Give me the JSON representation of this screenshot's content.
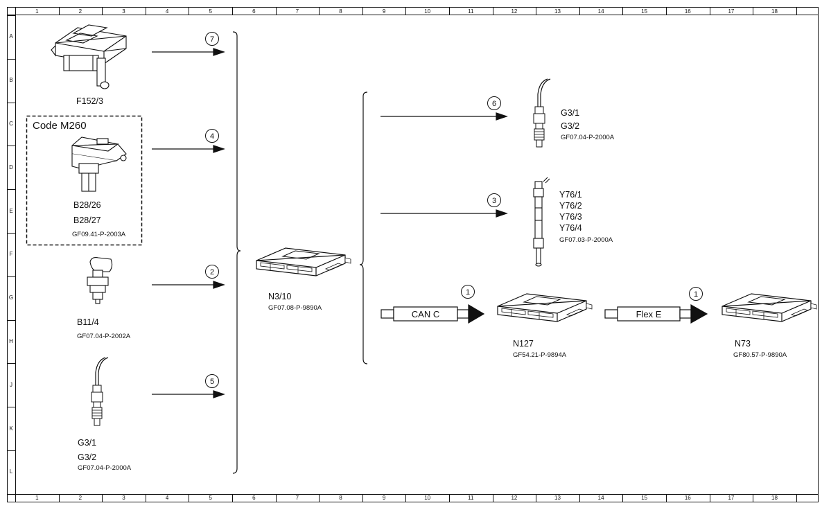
{
  "ruler_top": [
    "1",
    "2",
    "3",
    "4",
    "5",
    "6",
    "7",
    "8",
    "9",
    "10",
    "11",
    "12",
    "13",
    "14",
    "15",
    "16",
    "17",
    "18"
  ],
  "ruler_bottom": [
    "1",
    "2",
    "3",
    "4",
    "5",
    "6",
    "7",
    "8",
    "9",
    "10",
    "11",
    "12",
    "13",
    "14",
    "15",
    "16",
    "17",
    "18"
  ],
  "ruler_left": [
    "A",
    "B",
    "C",
    "D",
    "E",
    "F",
    "G",
    "H",
    "J",
    "K",
    "L"
  ],
  "box_title": "Code M260",
  "components": {
    "f152": {
      "name": "F152/3"
    },
    "b28": {
      "name1": "B28/26",
      "name2": "B28/27",
      "ref": "GF09.41-P-2003A"
    },
    "b11": {
      "name": "B11/4",
      "ref": "GF07.04-P-2002A"
    },
    "g3_left": {
      "name1": "G3/1",
      "name2": "G3/2",
      "ref": "GF07.04-P-2000A"
    },
    "n3_10": {
      "name": "N3/10",
      "ref": "GF07.08-P-9890A"
    },
    "g3_right": {
      "name1": "G3/1",
      "name2": "G3/2",
      "ref": "GF07.04-P-2000A"
    },
    "y76": {
      "name1": "Y76/1",
      "name2": "Y76/2",
      "name3": "Y76/3",
      "name4": "Y76/4",
      "ref": "GF07.03-P-2000A"
    },
    "n127": {
      "name": "N127",
      "ref": "GF54.21-P-9894A"
    },
    "n73": {
      "name": "N73",
      "ref": "GF80.57-P-9890A"
    }
  },
  "signals": {
    "s7": "7",
    "s4": "4",
    "s2": "2",
    "s5": "5",
    "s6": "6",
    "s3": "3",
    "s1a": "1",
    "s1b": "1"
  },
  "buses": {
    "can_c": "CAN C",
    "flex_e": "Flex E"
  }
}
